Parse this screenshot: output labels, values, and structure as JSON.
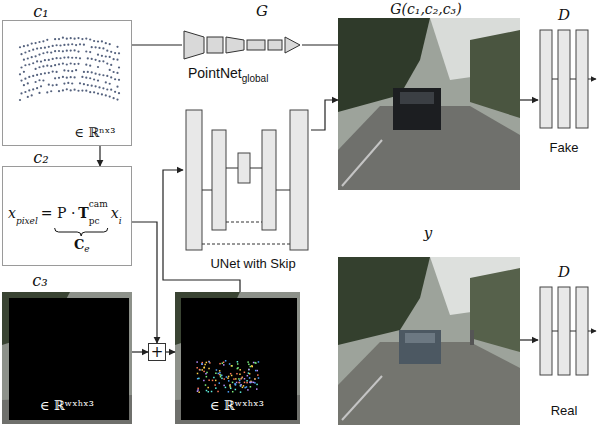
{
  "diagram": {
    "nodes": [
      {
        "text": [
          "c₁",
          "∈ ℝⁿˣ³"
        ]
      },
      {
        "text": [
          "c₂",
          "x",
          "pixel",
          "= P ·",
          "T",
          "cam",
          "pc",
          "x",
          "i",
          "C",
          "e"
        ]
      },
      {
        "text": [
          "c₃",
          "∈ ℝʷˣʰˣ³"
        ]
      },
      {
        "text": [
          "+"
        ]
      },
      {
        "text": [
          "∈ ℝʷˣʰˣ³"
        ]
      },
      {
        "text": [
          "PointNet",
          "global"
        ]
      },
      {
        "text": [
          "UNet with Skip"
        ]
      },
      {
        "text": [
          "G(c₁,c₂,c₃)"
        ]
      },
      {
        "text": [
          "D",
          "Fake"
        ]
      },
      {
        "text": [
          "y"
        ]
      },
      {
        "text": [
          "D",
          "Real"
        ]
      }
    ],
    "edges": [
      {
        "from": 0,
        "to": 5,
        "arrow": "none"
      },
      {
        "from": 0,
        "to": 1,
        "arrow": "to"
      },
      {
        "from": 1,
        "to": 3,
        "arrow": "to"
      },
      {
        "from": 2,
        "to": 3,
        "arrow": "to"
      },
      {
        "from": 3,
        "to": 4,
        "arrow": "to"
      },
      {
        "from": 4,
        "to": 6,
        "arrow": "to"
      },
      {
        "from": 5,
        "to": 7,
        "arrow": "none"
      },
      {
        "from": 6,
        "to": 7,
        "arrow": "to"
      },
      {
        "from": 7,
        "to": 8,
        "arrow": "to"
      },
      {
        "from": 9,
        "to": 10,
        "arrow": "to"
      }
    ],
    "labels": [
      "G"
    ]
  }
}
